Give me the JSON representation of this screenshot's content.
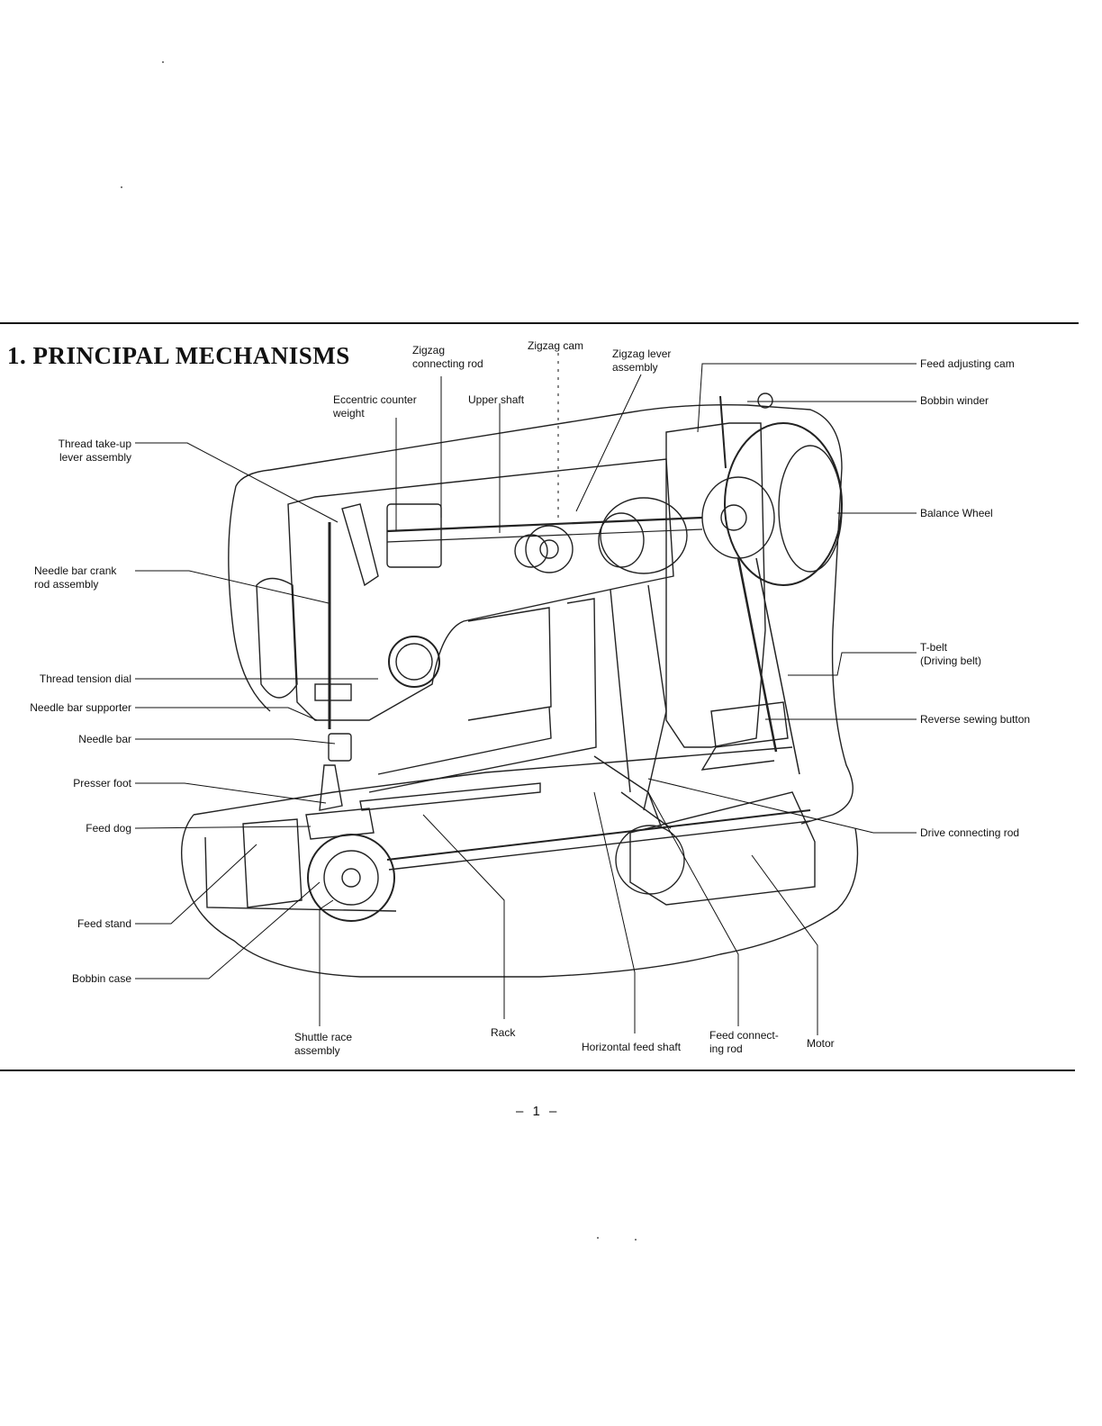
{
  "section_title": "1.  PRINCIPAL MECHANISMS",
  "page_number": "– 1 –",
  "labels": {
    "zigzag_connecting_rod": [
      "Zigzag",
      "connecting rod"
    ],
    "zigzag_cam": [
      "Zigzag cam"
    ],
    "zigzag_lever_assembly": [
      "Zigzag lever",
      "assembly"
    ],
    "eccentric_counter_weight": [
      "Eccentric counter",
      "weight"
    ],
    "upper_shaft": [
      "Upper shaft"
    ],
    "feed_adjusting_cam": [
      "Feed adjusting cam"
    ],
    "bobbin_winder": [
      "Bobbin winder"
    ],
    "thread_takeup_lever_assembly": [
      "Thread take-up",
      "lever assembly"
    ],
    "balance_wheel": [
      "Balance Wheel"
    ],
    "needle_bar_crank_rod_assembly": [
      "Needle bar crank",
      "rod assembly"
    ],
    "t_belt": [
      "T-belt",
      "(Driving belt)"
    ],
    "thread_tension_dial": [
      "Thread tension dial"
    ],
    "needle_bar_supporter": [
      "Needle bar supporter"
    ],
    "reverse_sewing_button": [
      "Reverse sewing button"
    ],
    "needle_bar": [
      "Needle bar"
    ],
    "presser_foot": [
      "Presser foot"
    ],
    "feed_dog": [
      "Feed dog"
    ],
    "drive_connecting_rod": [
      "Drive connecting rod"
    ],
    "feed_stand": [
      "Feed stand"
    ],
    "bobbin_case": [
      "Bobbin case"
    ],
    "shuttle_race_assembly": [
      "Shuttle race",
      "assembly"
    ],
    "rack": [
      "Rack"
    ],
    "horizontal_feed_shaft": [
      "Horizontal feed shaft"
    ],
    "feed_connecting_rod": [
      "Feed connect-",
      "ing rod"
    ],
    "motor": [
      "Motor"
    ]
  }
}
